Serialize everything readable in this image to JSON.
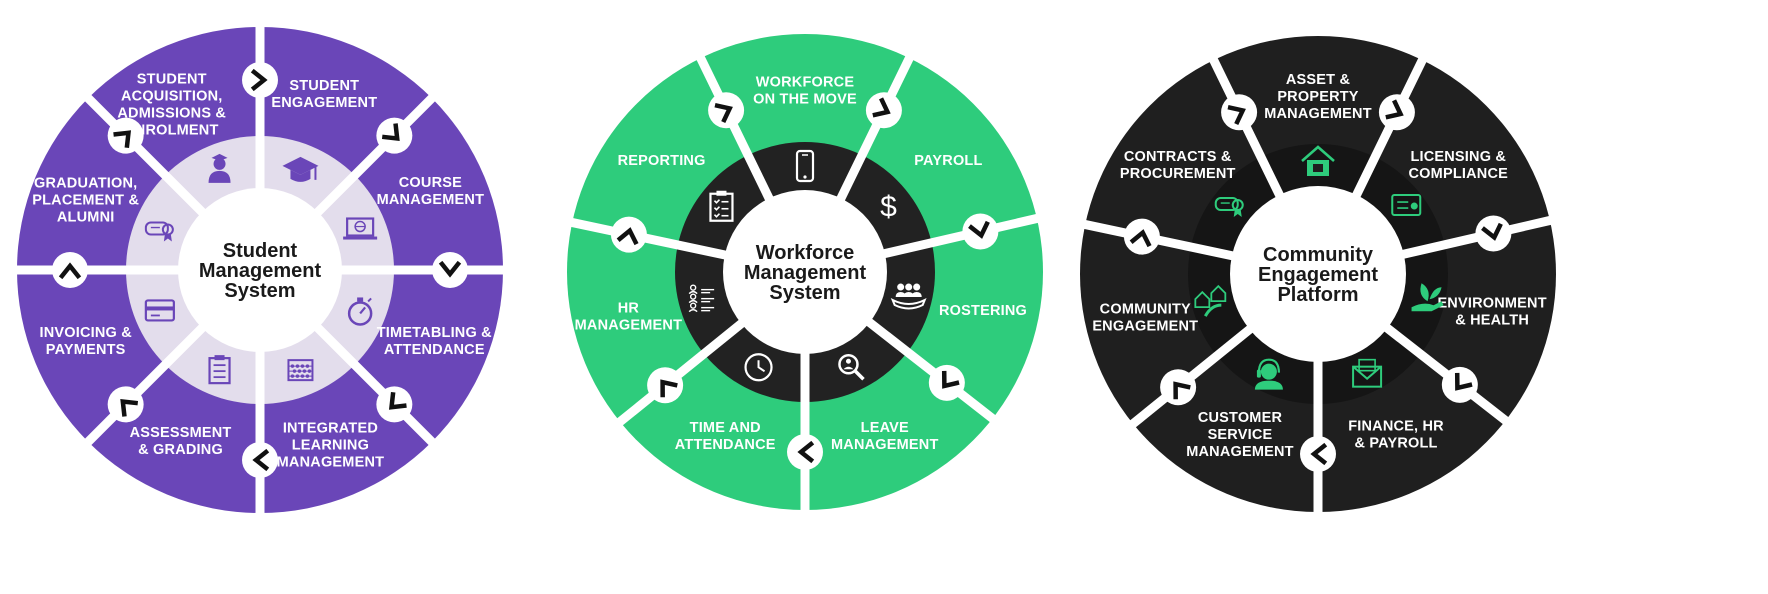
{
  "wheels": [
    {
      "id": "sms",
      "center_title": [
        "Student",
        "Management",
        "System"
      ],
      "colors": {
        "outer": "#6a46b8",
        "inner": "#e3ddec",
        "center": "#ffffff",
        "text": "#ffffff",
        "center_text": "#1a1a1a",
        "icon": "#6a46b8",
        "divider": "#ffffff",
        "chevron_bg": "#ffffff",
        "chevron": "#111111"
      },
      "segments": [
        {
          "label": [
            "STUDENT",
            "ENGAGEMENT"
          ],
          "icon": "graduation-cap-icon"
        },
        {
          "label": [
            "COURSE",
            "MANAGEMENT"
          ],
          "icon": "laptop-globe-icon"
        },
        {
          "label": [
            "TIMETABLING &",
            "ATTENDANCE"
          ],
          "icon": "stopwatch-icon"
        },
        {
          "label": [
            "INTEGRATED",
            "LEARNING",
            "MANAGEMENT"
          ],
          "icon": "abacus-icon"
        },
        {
          "label": [
            "ASSESSMENT",
            "& GRADING"
          ],
          "icon": "clipboard-icon"
        },
        {
          "label": [
            "INVOICING &",
            "PAYMENTS"
          ],
          "icon": "credit-card-icon"
        },
        {
          "label": [
            "GRADUATION,",
            "PLACEMENT &",
            "ALUMNI"
          ],
          "icon": "diploma-icon"
        },
        {
          "label": [
            "STUDENT",
            "ACQUISITION,",
            "ADMISSIONS &",
            "ENROLMENT"
          ],
          "icon": "student-icon"
        }
      ]
    },
    {
      "id": "wms",
      "center_title": [
        "Workforce",
        "Management",
        "System"
      ],
      "colors": {
        "outer": "#2ecc7c",
        "inner": "#222222",
        "center": "#ffffff",
        "text": "#ffffff",
        "center_text": "#1a1a1a",
        "icon": "#ffffff",
        "divider": "#ffffff",
        "chevron_bg": "#ffffff",
        "chevron": "#111111"
      },
      "segments": [
        {
          "label": [
            "WORKFORCE",
            "ON THE MOVE"
          ],
          "icon": "mobile-phone-icon"
        },
        {
          "label": [
            "PAYROLL"
          ],
          "icon": "dollar-icon"
        },
        {
          "label": [
            "ROSTERING"
          ],
          "icon": "team-hands-icon"
        },
        {
          "label": [
            "LEAVE",
            "MANAGEMENT"
          ],
          "icon": "search-person-icon"
        },
        {
          "label": [
            "TIME AND",
            "ATTENDANCE"
          ],
          "icon": "clock-icon"
        },
        {
          "label": [
            "HR",
            "MANAGEMENT"
          ],
          "icon": "people-list-icon"
        },
        {
          "label": [
            "REPORTING"
          ],
          "icon": "clipboard-checklist-icon"
        }
      ]
    },
    {
      "id": "cep",
      "center_title": [
        "Community",
        "Engagement",
        "Platform"
      ],
      "colors": {
        "outer": "#1f1f1f",
        "inner": "#151515",
        "center": "#ffffff",
        "text": "#ffffff",
        "center_text": "#1a1a1a",
        "icon": "#2ecc7c",
        "divider": "#ffffff",
        "chevron_bg": "#ffffff",
        "chevron": "#111111"
      },
      "segments": [
        {
          "label": [
            "ASSET &",
            "PROPERTY",
            "MANAGEMENT"
          ],
          "icon": "house-icon"
        },
        {
          "label": [
            "LICENSING &",
            "COMPLIANCE"
          ],
          "icon": "license-card-icon"
        },
        {
          "label": [
            "ENVIRONMENT",
            "& HEALTH"
          ],
          "icon": "plant-hand-icon"
        },
        {
          "label": [
            "FINANCE, HR",
            "& PAYROLL"
          ],
          "icon": "envelope-icon"
        },
        {
          "label": [
            "CUSTOMER",
            "SERVICE",
            "MANAGEMENT"
          ],
          "icon": "headset-icon"
        },
        {
          "label": [
            "COMMUNITY",
            "ENGAGEMENT"
          ],
          "icon": "houses-road-icon"
        },
        {
          "label": [
            "CONTRACTS &",
            "PROCUREMENT"
          ],
          "icon": "diploma-icon"
        }
      ]
    }
  ]
}
